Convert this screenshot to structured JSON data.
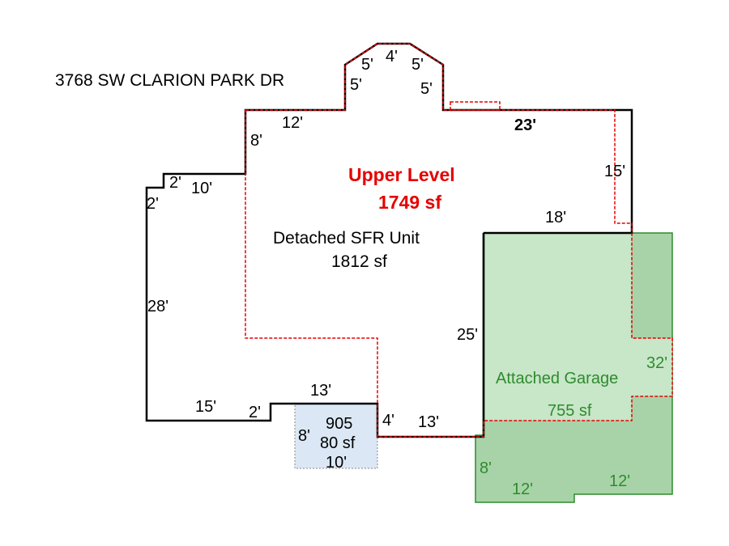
{
  "address": "3768 SW CLARION PARK DR",
  "upper_level": {
    "title": "Upper Level",
    "area": "1749 sf"
  },
  "main_unit": {
    "name": "Detached SFR Unit",
    "area": "1812 sf"
  },
  "garage": {
    "name": "Attached Garage",
    "area": "755 sf"
  },
  "porch": {
    "code": "905",
    "area": "80 sf",
    "width": "10'",
    "depth": "8'"
  },
  "dimensions": {
    "top_left_45": "5'",
    "top_left_vert": "5'",
    "top_peak": "4'",
    "top_right_45": "5'",
    "top_right_vert": "5'",
    "top_left_run": "12'",
    "top_right_run": "23'",
    "left_upper_vert": "8'",
    "left_jog_top": "2'",
    "left_jog_run": "10'",
    "left_jog_side": "2'",
    "left_wall": "28'",
    "bottom_left": "15'",
    "bottom_jog": "2'",
    "bottom_mid": "13'",
    "porch_side": "4'",
    "bottom_right": "13'",
    "right_upper": "15'",
    "inner_top": "18'",
    "inner_vert": "25'",
    "garage_side": "32'",
    "garage_left": "8'",
    "garage_bottom_left": "12'",
    "garage_bottom_right": "12'"
  },
  "colors": {
    "upper_outline": "#e60000",
    "main_outline": "#000000",
    "garage_fill_light": "#c8e6c8",
    "garage_fill_dark": "#a8d3a8",
    "garage_outline": "#2e8b2e",
    "porch_fill": "#dbe7f5"
  }
}
